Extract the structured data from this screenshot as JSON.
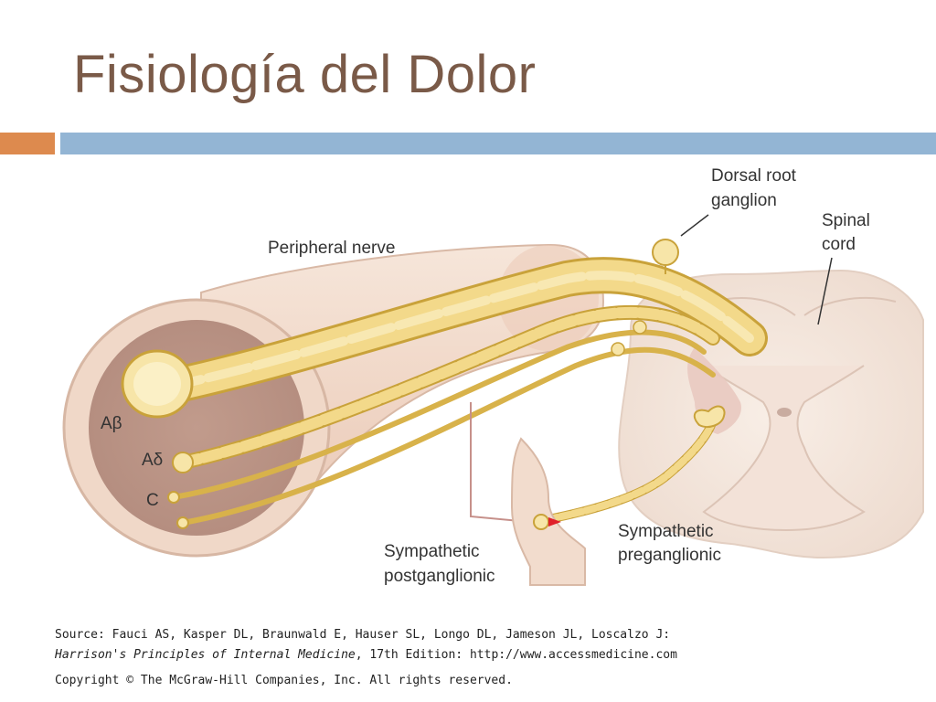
{
  "slide": {
    "title": "Fisiología del Dolor",
    "accent_orange": "#dd8a4e",
    "accent_blue": "#93b5d4"
  },
  "diagram": {
    "labels": {
      "dorsal_root_ganglion_line1": "Dorsal root",
      "dorsal_root_ganglion_line2": "ganglion",
      "spinal_cord_line1": "Spinal",
      "spinal_cord_line2": "cord",
      "peripheral_nerve": "Peripheral nerve",
      "a_beta": "Aβ",
      "a_delta": "Aδ",
      "c_fiber": "C",
      "sympathetic_post_line1": "Sympathetic",
      "sympathetic_post_line2": "postganglionic",
      "sympathetic_pre_line1": "Sympathetic",
      "sympathetic_pre_line2": "preganglionic"
    },
    "colors": {
      "nerve_sheath": "#f2dccd",
      "nerve_interior": "#c9a79a",
      "fiber_yellow": "#f3d98a",
      "fiber_outline": "#c9a23a",
      "spinal_cord": "#f3e6dc",
      "gray_matter": "#ecd2c9",
      "sympathetic_arrow": "#e0202a"
    }
  },
  "caption": {
    "source_line": "Source: Fauci AS, Kasper DL, Braunwald E, Hauser SL, Longo DL, Jameson JL, Loscalzo J:",
    "book_title": "Harrison's Principles of Internal Medicine",
    "book_rest": ", 17th Edition: http://www.accessmedicine.com",
    "copyright": "Copyright © The McGraw-Hill Companies, Inc. All rights reserved."
  }
}
